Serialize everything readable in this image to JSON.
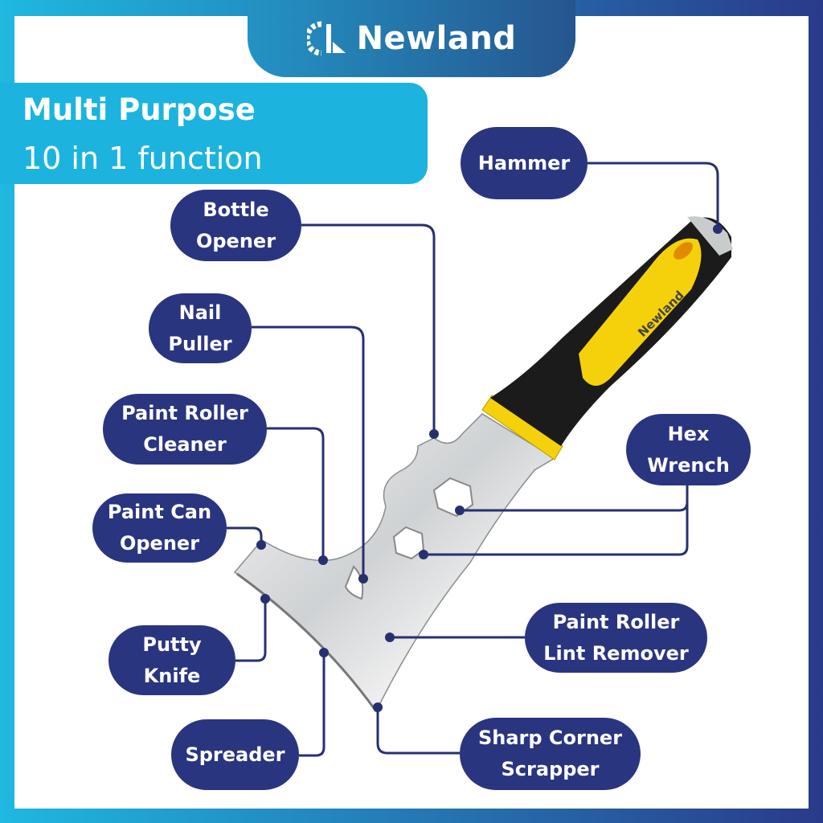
{
  "brand": {
    "name": "Newland",
    "handle_logo": "Newland"
  },
  "banner": {
    "title": "Multi Purpose",
    "subtitle": "10 in 1 function"
  },
  "labels": {
    "hammer": "Hammer",
    "bottle_opener": "Bottle Opener",
    "nail_puller": "Nail Puller",
    "paint_roller_cleaner": "Paint Roller Cleaner",
    "paint_can_opener": "Paint Can Opener",
    "putty_knife": "Putty Knife",
    "spreader": "Spreader",
    "hex_wrench": "Hex Wrench",
    "lint_remover": "Paint Roller Lint Remover",
    "sharp_corner": "Sharp Corner Scrapper"
  },
  "colors": {
    "pill": "#2a3580",
    "banner": "#1cb4de",
    "handle_yellow": "#f5d10c"
  }
}
